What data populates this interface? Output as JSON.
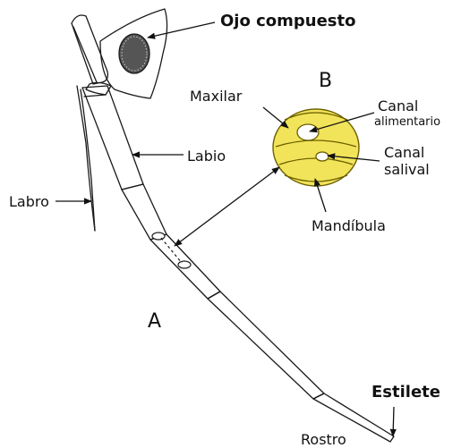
{
  "labels": {
    "compound_eye": "Ojo compuesto",
    "panel_b": "B",
    "panel_a": "A",
    "maxillary": "Maxilar",
    "food_canal_line1": "Canal",
    "food_canal_line2": "alimentario",
    "labium": "Labio",
    "salivary_canal_line1": "Canal",
    "salivary_canal_line2": "salival",
    "labrum": "Labro",
    "mandible": "Mandíbula",
    "stylet": "Estilete",
    "rostrum": "Rostro"
  },
  "colors": {
    "stylet_bundle_fill": "#f2e45a",
    "stylet_bundle_stroke": "#6b5f00",
    "ink": "#1a1a1a"
  }
}
